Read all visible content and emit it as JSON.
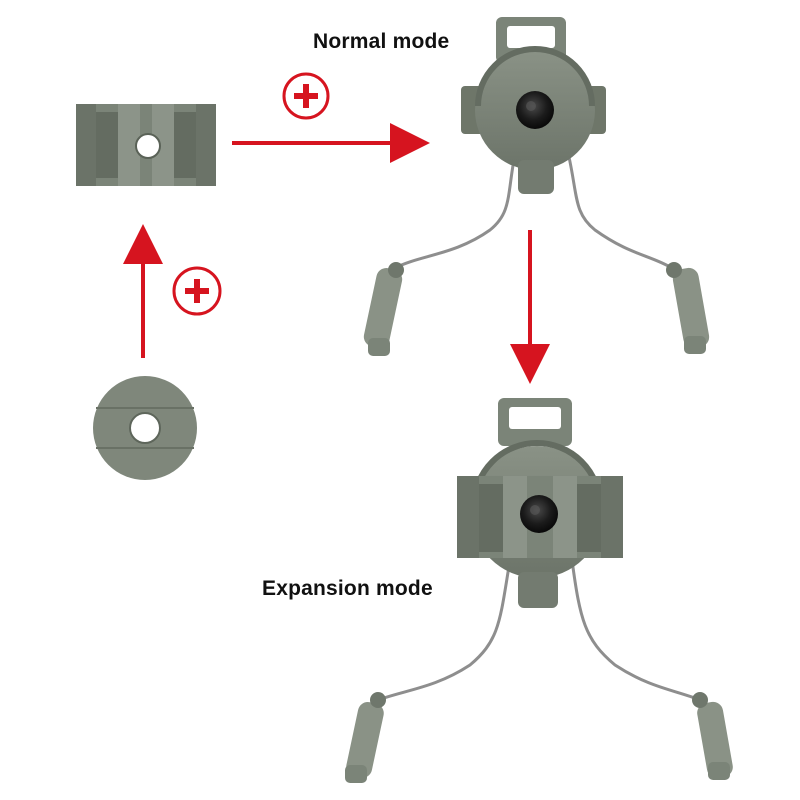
{
  "labels": {
    "normal_mode": "Normal mode",
    "expansion_mode": "Expansion mode"
  },
  "symbols": {
    "plus_icon": "plus-in-circle"
  },
  "colors": {
    "arrow": "#d6141f",
    "plastic": "#7b8478",
    "plastic_dark": "#5f675d",
    "plastic_light": "#949c90",
    "wire": "#8e8e8e",
    "knob": "#1b1b1b"
  }
}
